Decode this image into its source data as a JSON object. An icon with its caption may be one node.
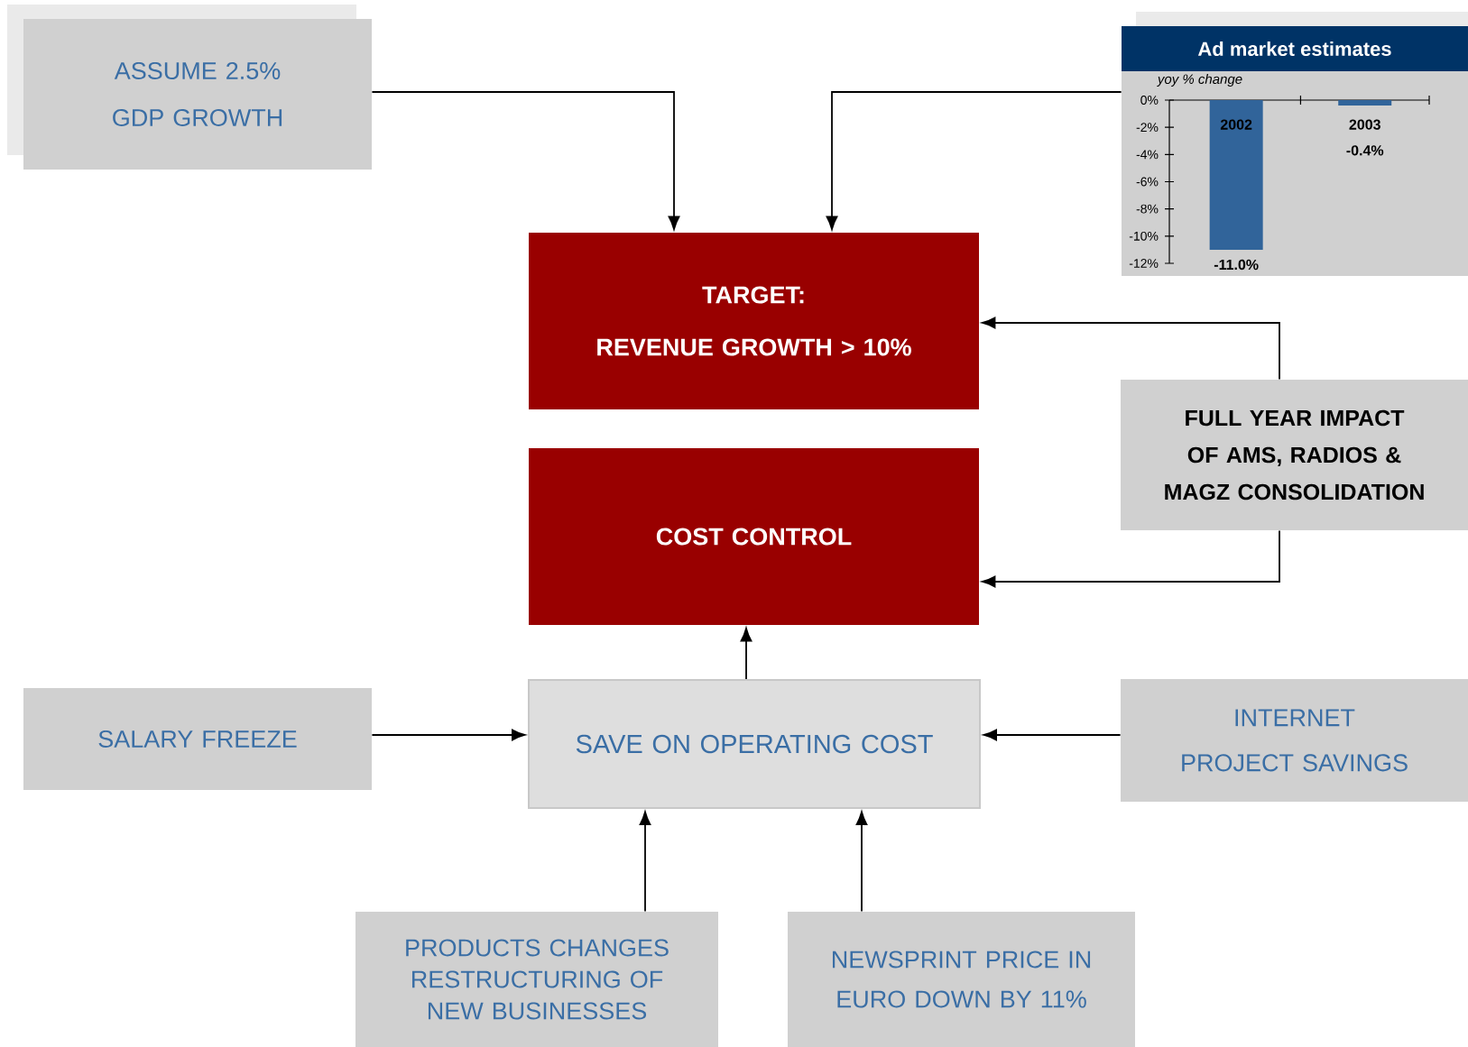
{
  "diagram": {
    "nodes": [
      {
        "text": [
          "ASSUME 2.5% GDP GROWTH"
        ]
      },
      {
        "text": [
          "Ad market estimates"
        ]
      },
      {
        "text": [
          "TARGET:",
          "REVENUE GROWTH > 10%"
        ]
      },
      {
        "text": [
          "FULL YEAR IMPACT OF AMS, RADIOS & MAGZ CONSOLIDATION"
        ]
      },
      {
        "text": [
          "COST CONTROL"
        ]
      },
      {
        "text": [
          "SALARY FREEZE"
        ]
      },
      {
        "text": [
          "SAVE ON OPERATING COST"
        ]
      },
      {
        "text": [
          "INTERNET PROJECT SAVINGS"
        ]
      },
      {
        "text": [
          "PRODUCTS CHANGES RESTRUCTURING OF NEW BUSINESSES"
        ]
      },
      {
        "text": [
          "NEWSPRINT PRICE IN EURO DOWN BY 11%"
        ]
      }
    ],
    "edges": [
      {
        "from": 0,
        "to": 2,
        "arrow": "to"
      },
      {
        "from": 1,
        "to": 2,
        "arrow": "to"
      },
      {
        "from": 3,
        "to": 2,
        "arrow": "to"
      },
      {
        "from": 3,
        "to": 4,
        "arrow": "to"
      },
      {
        "from": 6,
        "to": 4,
        "arrow": "to"
      },
      {
        "from": 5,
        "to": 6,
        "arrow": "to"
      },
      {
        "from": 7,
        "to": 6,
        "arrow": "to"
      },
      {
        "from": 8,
        "to": 6,
        "arrow": "to"
      },
      {
        "from": 9,
        "to": 6,
        "arrow": "to"
      }
    ],
    "chart_data": {
      "type": "bar",
      "ylabel": "yoy % change",
      "categories": [
        "2002",
        "2003"
      ],
      "series": [
        {
          "color": "#31649a",
          "values": [
            -11.0,
            -0.4
          ]
        }
      ],
      "ylim": [
        -12,
        0
      ],
      "yticks": [
        {
          "value": 0,
          "label": "0%"
        },
        {
          "value": -2,
          "label": "-2%"
        },
        {
          "value": -4,
          "label": "-4%"
        },
        {
          "value": -6,
          "label": "-6%"
        },
        {
          "value": -8,
          "label": "-8%"
        },
        {
          "value": -10,
          "label": "-10%"
        },
        {
          "value": -12,
          "label": "-12%"
        }
      ],
      "value_labels": [
        "-11.0%",
        "-0.4%"
      ]
    }
  }
}
